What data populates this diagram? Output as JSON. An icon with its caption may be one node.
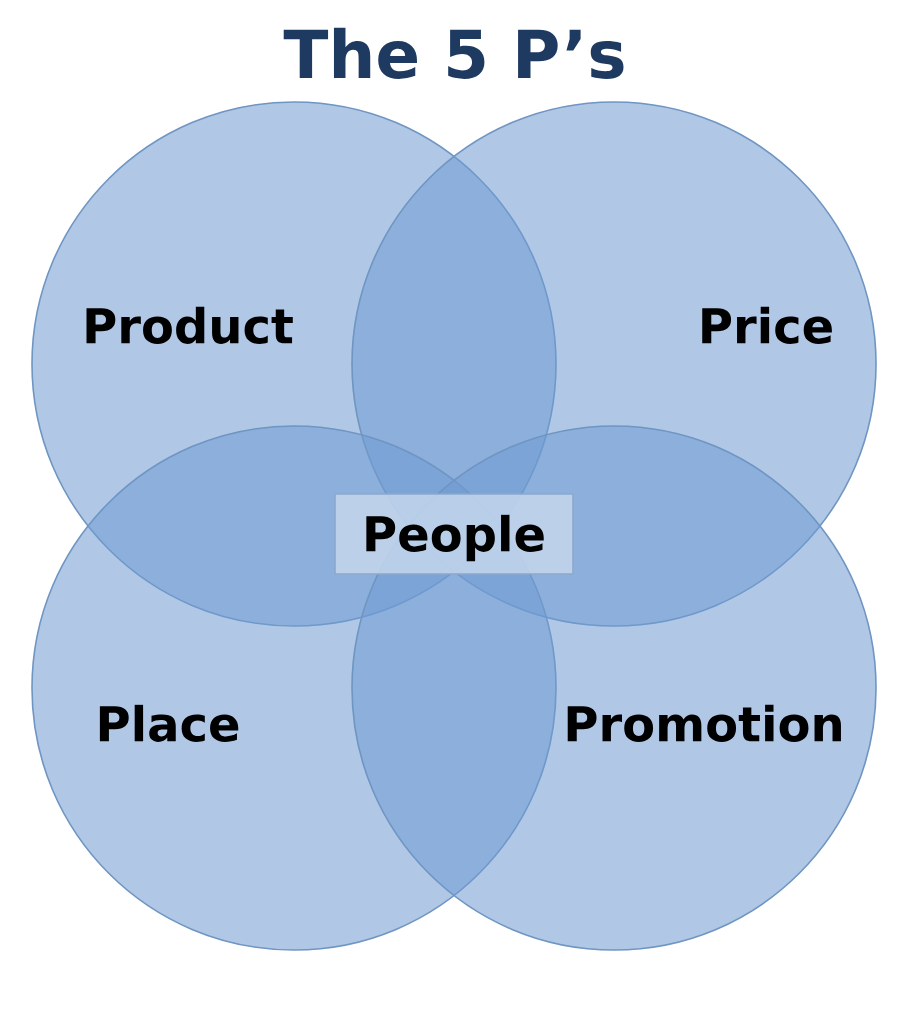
{
  "diagram": {
    "title": "The 5 P’s",
    "nodes": [
      {
        "text": [
          "Product"
        ]
      },
      {
        "text": [
          "Price"
        ]
      },
      {
        "text": [
          "People"
        ]
      },
      {
        "text": [
          "Place"
        ]
      },
      {
        "text": [
          "Promotion"
        ]
      }
    ]
  }
}
